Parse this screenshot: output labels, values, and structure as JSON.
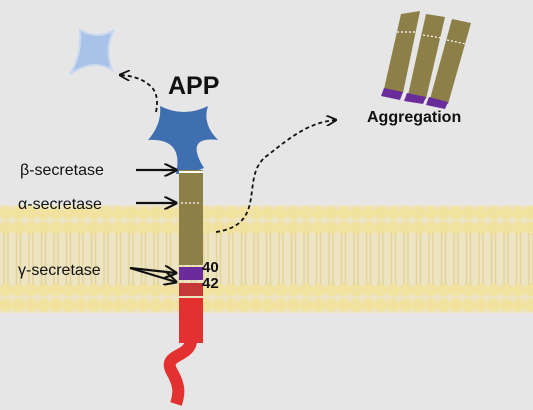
{
  "title": "APP",
  "aggregation_label": "Aggregation",
  "enzymes": {
    "beta": "β-secretase",
    "alpha": "α-secretase",
    "gamma": "γ-secretase"
  },
  "fragments": {
    "ab40": "40",
    "ab42": "42"
  },
  "colors": {
    "background": "#e6e6e6",
    "membrane_lipid": "#f2e2a0",
    "app_ectodomain": "#3f6fb0",
    "released_ectodomain": "#a9c2e8",
    "abeta_segment": "#8c7f47",
    "abeta_cterm": "#6a2c9a",
    "intracellular_domain": "#e33030",
    "arrows": "#111111"
  }
}
